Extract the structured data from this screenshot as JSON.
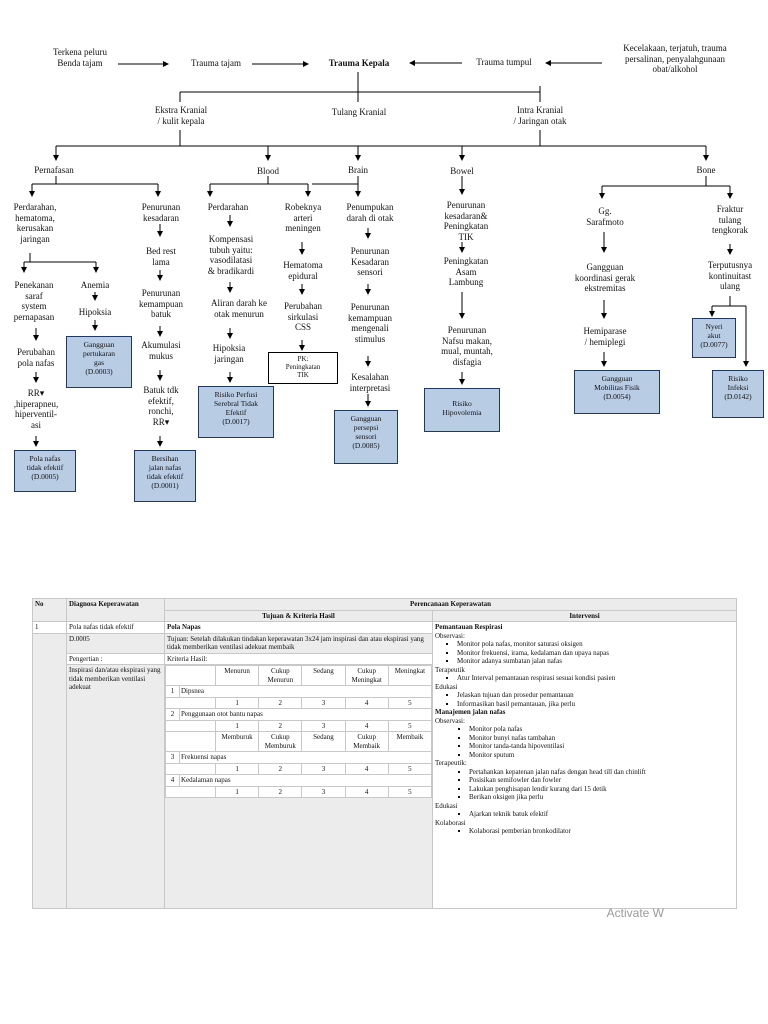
{
  "diagram": {
    "top": {
      "left_cause": "Terkena peluru\nBenda tajam",
      "trauma_tajam": "Trauma tajam",
      "trauma_kepala": "Trauma Kepala",
      "trauma_tumpul": "Trauma tumpul",
      "right_cause": "Kecelakaan, terjatuh, trauma\npersalinan, penyalahgunaan\nobat/alkohol"
    },
    "level2": {
      "ekstra": "Ekstra Kranial\n/ kulit kepala",
      "tulang": "Tulang Kranial",
      "intra": "Intra Kranial\n/ Jaringan otak"
    },
    "level3": {
      "pernafasan": "Pernafasan",
      "blood": "Blood",
      "brain": "Brain",
      "bowel": "Bowel",
      "bone": "Bone"
    },
    "nodes": {
      "perdarahan_hematoma": "Perdarahan,\nhematoma,\nkerusakan\njaringan",
      "penekanan_saraf": "Penekanan\nsaraf\nsystem\npernapasan",
      "anemia": "Anemia",
      "hipoksia1": "Hipoksia",
      "perubahan_pola": "Perubahan\npola nafas",
      "rr": "RR▾\n,hiperapneu,\nhiperventil-\nasi",
      "penurunan_kesadaran1": "Penurunan\nkesadaran",
      "bed_rest": "Bed rest\nlama",
      "penurunan_batuk": "Penurunan\nkemampuan\nbatuk",
      "akumulasi": "Akumulasi\nmukus",
      "batuk_tdk": "Batuk tdk\nefektif,\nronchi,\nRR▾",
      "perdarahan2": "Perdarahan",
      "kompensasi": "Kompensasi\ntubuh yaitu:\nvasodilatasi\n& bradikardi",
      "aliran_darah": "Aliran darah ke\notak menurun",
      "hipoksia_jaringan": "Hipoksia\njaringan",
      "robeknya": "Robeknya\narteri\nmeningen",
      "hematoma_epidural": "Hematoma\nepidural",
      "perubahan_sirkulasi": "Perubahan\nsirkulasi\nCSS",
      "penumpukan": "Penumpukan\ndarah di otak",
      "penurunan_sensori": "Penurunan\nKesadaran\nsensori",
      "penurunan_mengenali": "Penurunan\nkemampuan\nmengenali\nstimulus",
      "kesalahan": "Kesalahan\ninterpretasi",
      "bowel_penurunan": "Penurunan\nkesadaran&\nPeningkatan\nTIK",
      "peningkatan_asam": "Peningkatan\nAsam\nLambung",
      "nafsu": "Penurunan\nNafsu makan,\nmual, muntah,\ndisfagia",
      "gg_saraf": "Gg.\nSarafmoto",
      "gangguan_koordinasi": "Gangguan\nkoordinasi gerak\nekstremitas",
      "hemiparase": "Hemiparase\n/ hemiplegi",
      "fraktur": "Fraktur\ntulang\ntengkorak",
      "terputus": "Terputusnya\nkontinuitast\nulang"
    },
    "boxes": {
      "pola_nafas": "Pola nafas\ntidak efektif\n(D.0005)",
      "gangguan_pertukaran": "Gangguan\npertukaran\ngas\n(D.0003)",
      "bersihan": "Bersihan\njalan nafas\ntidak efektif\n(D.0001)",
      "risiko_perfusi": "Risiko Perfusi\nSerebral Tidak\nEfektif\n(D.0017)",
      "pk_tik": "PK:\nPeningkatan\nTIK",
      "gangguan_persepsi": "Gangguan\npersepsi\nsensori\n(D.0085)",
      "risiko_hipovolemia": "Risiko\nHipovolemia",
      "gangguan_mobilitas": "Gangguan\nMobilitas Fisik\n(D.0054)",
      "nyeri_akut": "Nyeri\nakut\n(D.0077)",
      "risiko_infeksi": "Risiko\nInfeksi\n(D.0142)"
    }
  },
  "table": {
    "h_no": "No",
    "h_diagnosa": "Diagnosa Keperawatan",
    "h_perencanaan": "Perencanaan Keperawatan",
    "h_tujuan": "Tujuan & Kriteria Hasil",
    "h_intervensi": "Intervensi",
    "no": "1",
    "dx": "Pola nafas tidak efektif",
    "dx_code": "D.0005",
    "pengertian_label": "Pengertian :",
    "pengertian": "Inspirasi dan/atau ekspirasi yang tidak memberikan ventilasi adekuat",
    "pola_napas": "Pola Napas",
    "tujuan": "Tujuan:  Setelah dilakukan tindakan keperawatan 3x24 jam inspirasi dan atau ekspirasi yang tidak memberikan ventilasi adekuat membaik",
    "kriteria": "Kriteria  Hasil:",
    "scale1": [
      "Menurun",
      "Cukup Menurun",
      "Sedang",
      "Cukup Meningkat",
      "Meningkat"
    ],
    "scale2": [
      "Memburuk",
      "Cukup Memburuk",
      "Sedang",
      "Cukup Membaik",
      "Membaik"
    ],
    "nums": [
      "1",
      "2",
      "3",
      "4",
      "5"
    ],
    "items": [
      {
        "no": "1",
        "label": "Dipsnea"
      },
      {
        "no": "2",
        "label": "Penggunaan otot bantu napas"
      },
      {
        "no": "3",
        "label": "Frekuensi napas"
      },
      {
        "no": "4",
        "label": "Kedalaman napas"
      }
    ],
    "intervensi": {
      "title1": "Pemantauan Respirasi",
      "obs1": "Observasi:",
      "obs1_items": [
        "Monitor pola nafas, monitor saturasi oksigen",
        "Monitor frekuensi, irama, kedalaman dan upaya napas",
        "Monitor adanya sumbatan jalan nafas"
      ],
      "ter1": "Terapeutik",
      "ter1_items": [
        "Atur Interval pemantauan respirasi sesuai kondisi pasien"
      ],
      "edu1": "Edukasi",
      "edu1_items": [
        "Jelaskan tujuan dan prosedur pemantauan",
        "Informasikan hasil pemantauan, jika perlu"
      ],
      "title2": "Manajemen jalan nafas",
      "obs2": "Observasi:",
      "obs2_items": [
        "Monitor pola nafas",
        "Monitor bunyi nafas tambahan",
        "Monitor tanda-tanda hipoventilasi",
        "Monitor sputum"
      ],
      "ter2": "Terapeutik:",
      "ter2_items": [
        "Pertahankan kepatenan jalan nafas dengan head till dan chinlift",
        "Posisikan semifowler dan fowler",
        "Lakukan penghisapan lendir kurang dari 15 detik",
        "Berikan oksigen jika perlu"
      ],
      "edu2": "Edukasi",
      "edu2_items": [
        "Ajarkan teknik batuk efektif"
      ],
      "kol2": "Kolaborasi",
      "kol2_items": [
        "Kolaborasi pemberian bronkodilator"
      ]
    }
  },
  "watermark": "Activate W"
}
